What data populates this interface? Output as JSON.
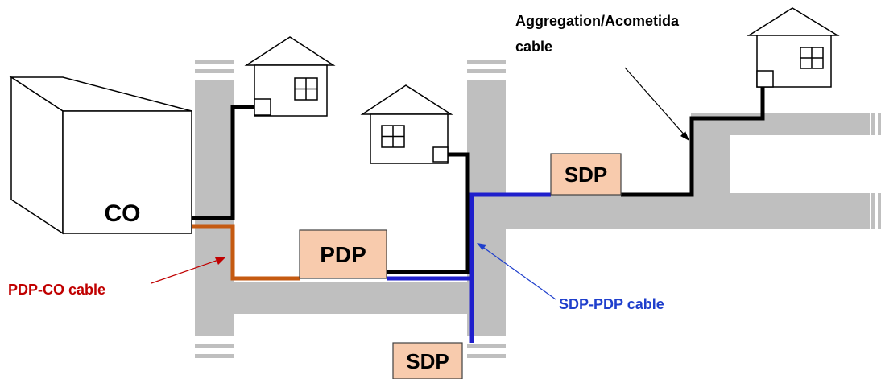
{
  "labels": {
    "co": "CO",
    "pdp": "PDP",
    "sdp_top": "SDP",
    "sdp_bottom": "SDP",
    "pdp_co_cable": "PDP-CO cable",
    "sdp_pdp_cable": "SDP-PDP cable",
    "aggregation_line1": "Aggregation/Acometida",
    "aggregation_line2": "cable"
  },
  "colors": {
    "road": "#bfbfbf",
    "box_fill": "#f8cbad",
    "pdp_co_cable": "#c55a11",
    "pdp_co_label": "#c00000",
    "sdp_pdp_cable": "#1f1fcc",
    "sdp_pdp_label": "#1f3fcc",
    "drop_cable": "#000000"
  }
}
